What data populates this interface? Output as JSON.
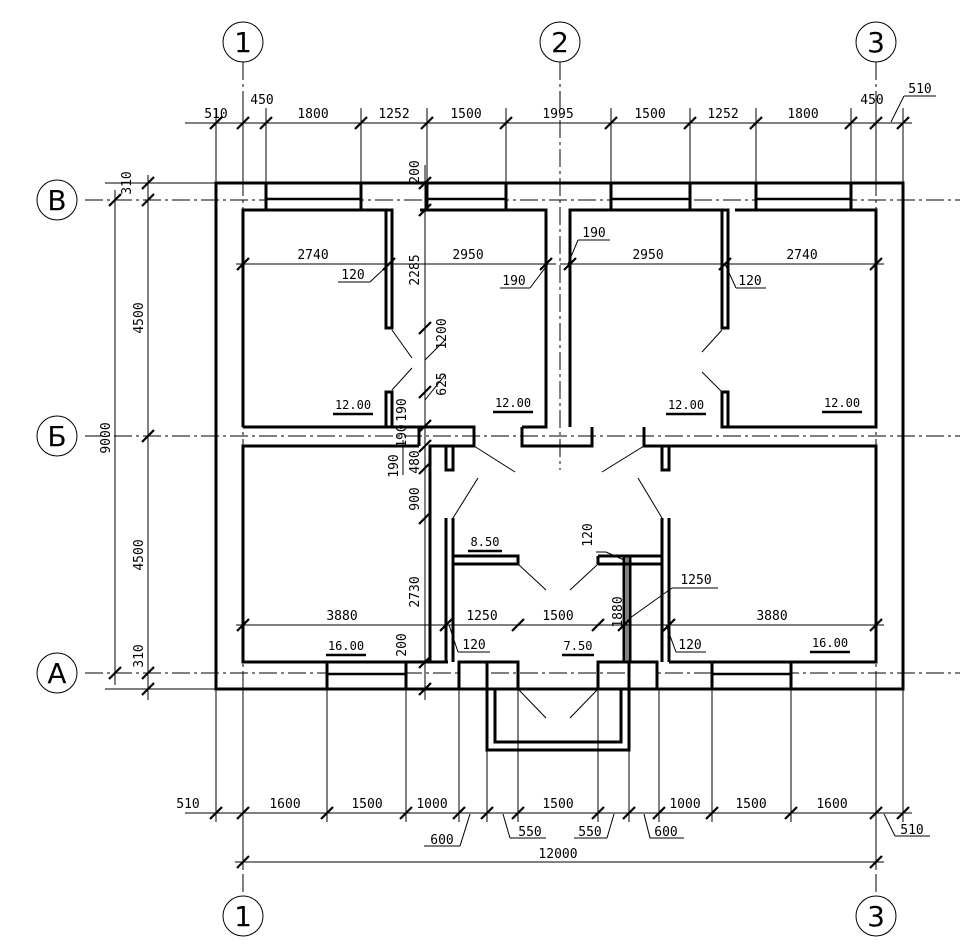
{
  "axes": {
    "vertical": [
      "1",
      "2",
      "3"
    ],
    "horizontal": [
      "В",
      "Б",
      "А"
    ]
  },
  "top_dims": [
    "510",
    "450",
    "1800",
    "1252",
    "1500",
    "1995",
    "1500",
    "1252",
    "1800",
    "450",
    "510"
  ],
  "bottom_dims": [
    "510",
    "1600",
    "1500",
    "1000",
    "1500",
    "1000",
    "1500",
    "1600",
    "510"
  ],
  "bottom_sub_dims": [
    "600",
    "550",
    "550",
    "600"
  ],
  "overall_width": "12000",
  "left_dims": [
    "310",
    "4500",
    "4500",
    "310"
  ],
  "overall_height": "9000",
  "room_widths": [
    "2740",
    "2950",
    "2950",
    "2740",
    "3880",
    "1250",
    "1500",
    "3880"
  ],
  "wall_thickness": [
    "120",
    "190",
    "190",
    "120",
    "120",
    "120",
    "120"
  ],
  "partition_dims": [
    "200",
    "2285",
    "1200",
    "625",
    "190",
    "190",
    "480",
    "900",
    "2730",
    "200",
    "1250",
    "1880",
    "190"
  ],
  "room_areas": [
    "12.00",
    "12.00",
    "12.00",
    "12.00",
    "16.00",
    "16.00",
    "8.50",
    "7.50"
  ]
}
